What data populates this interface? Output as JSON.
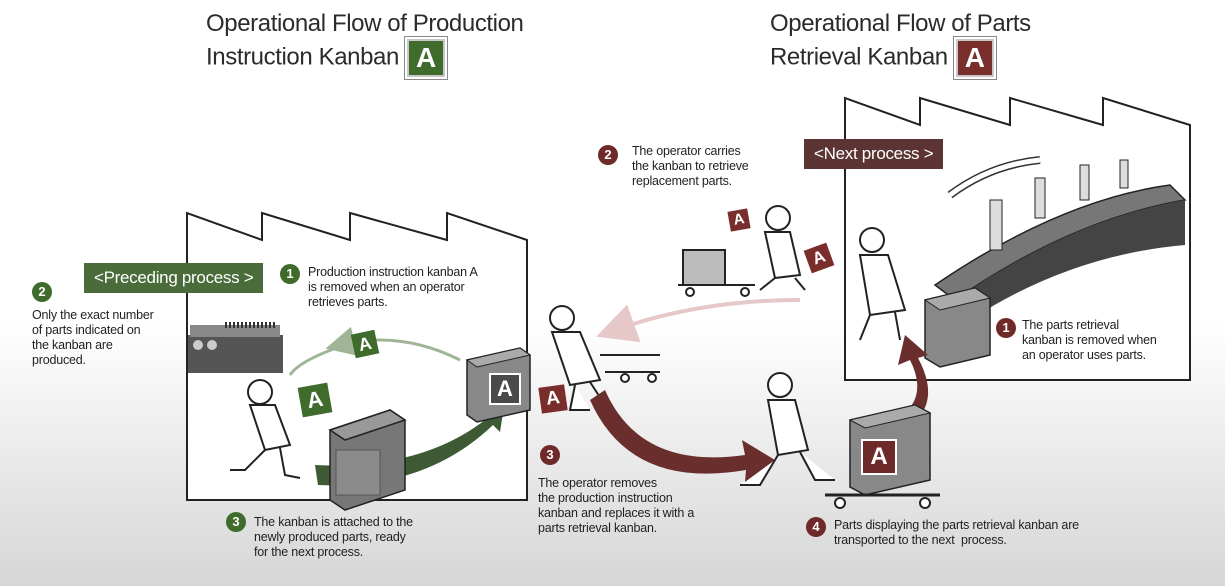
{
  "left": {
    "title_line1": "Operational Flow of Production",
    "title_line2": "Instruction Kanban",
    "badge": "A",
    "process_label": "<Preceding process >",
    "notes": {
      "n1": "Production instruction kanban A\nis removed when an operator\nretrieves parts.",
      "n2": "Only the exact number\nof parts indicated on\nthe kanban are\nproduced.",
      "n3": "The kanban is attached to the\nnewly produced parts, ready\nfor the next process."
    }
  },
  "right": {
    "title_line1": "Operational Flow of Parts",
    "title_line2": "Retrieval Kanban",
    "badge": "A",
    "process_label": "<Next  process >",
    "notes": {
      "n1": "The parts retrieval\nkanban is removed when\nan operator uses parts.",
      "n2": "The operator carries\nthe kanban to retrieve\nreplacement parts.",
      "n4": "Parts displaying the parts retrieval kanban are\ntransported to the next  process."
    }
  },
  "center": {
    "n3": "The operator removes\nthe production instruction\nkanban and replaces it with a\nparts retrieval kanban."
  },
  "step_numbers": {
    "one": "1",
    "two": "2",
    "three": "3",
    "four": "4"
  },
  "card_letter": "A",
  "colors": {
    "green": "#3f6b2c",
    "maroon": "#7a2e2c",
    "label_green": "#4a6b3a",
    "label_maroon": "#5c3433"
  }
}
